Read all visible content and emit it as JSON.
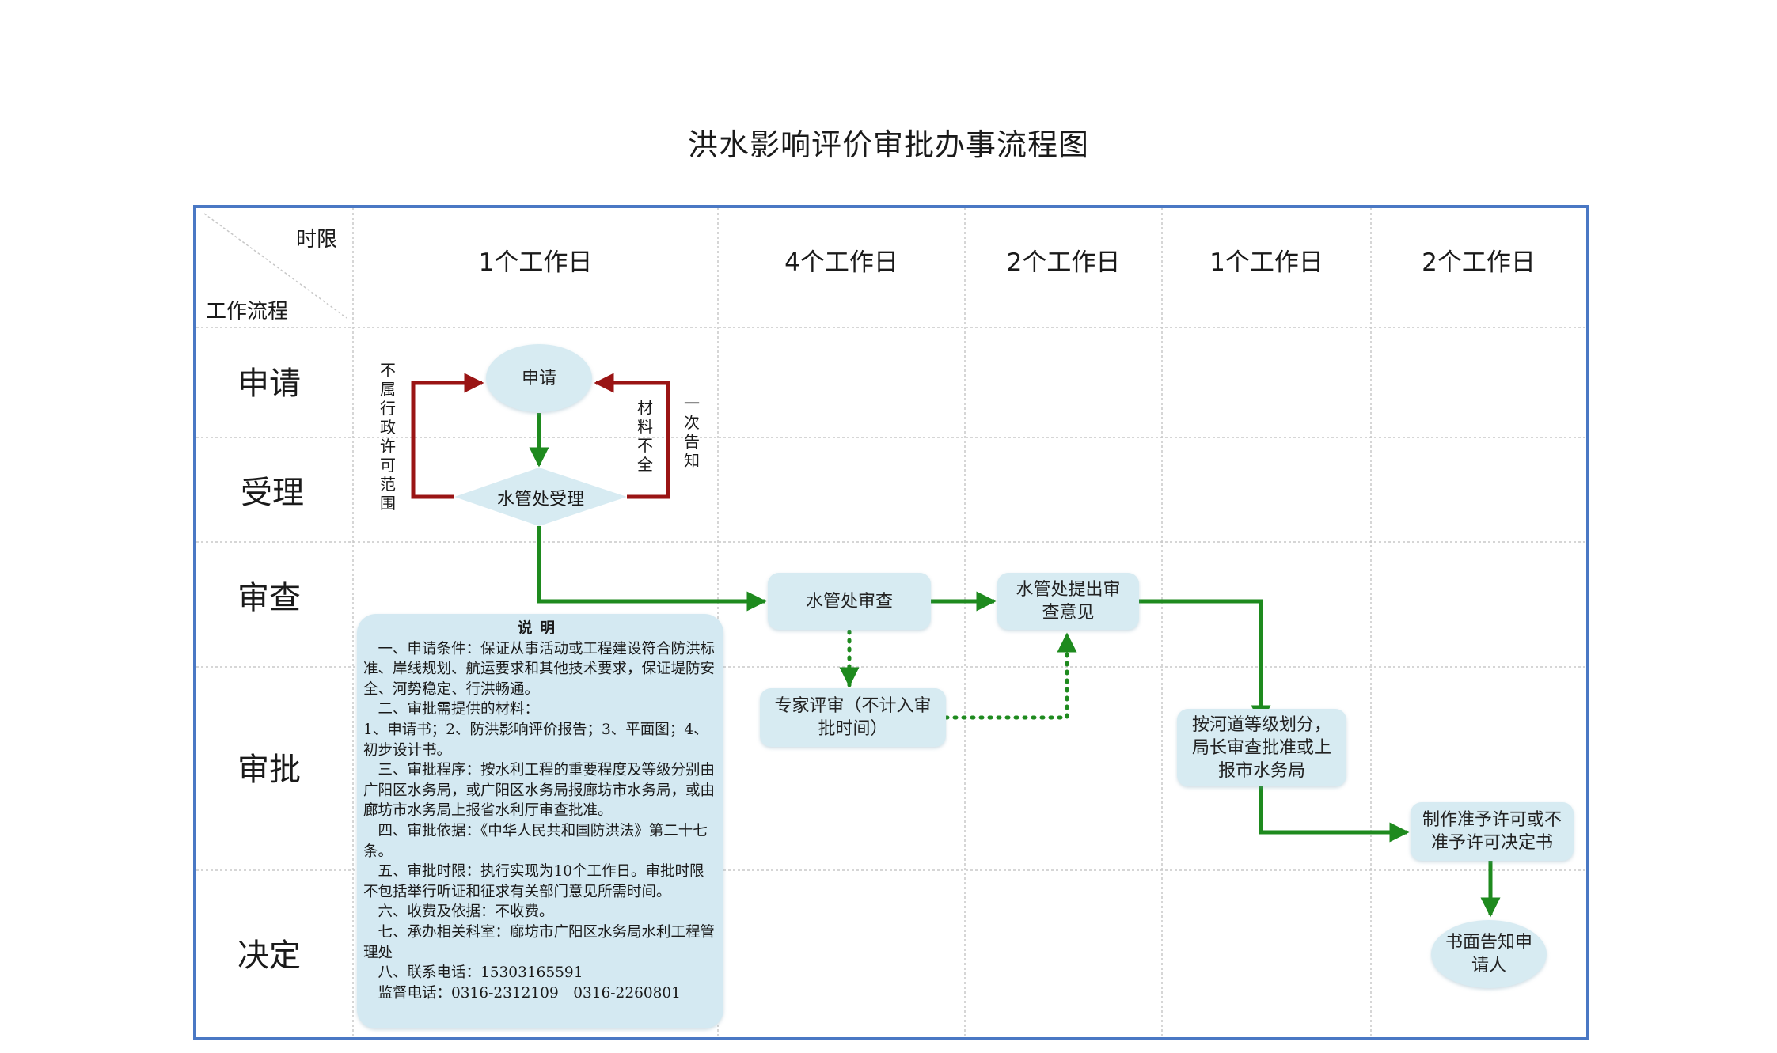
{
  "title": "洪水影响评价审批办事流程图",
  "header": {
    "corner_time": "时限",
    "corner_flow": "工作流程",
    "columns": [
      "1个工作日",
      "4个工作日",
      "2个工作日",
      "1个工作日",
      "2个工作日"
    ]
  },
  "stages": [
    "申请",
    "受理",
    "审查",
    "审批",
    "决定"
  ],
  "nodes": {
    "apply": "申请",
    "accept": "水管处受理",
    "review": "水管处审查",
    "opinion": "水管处提出审查意见",
    "expert": "专家评审（不计入审批时间）",
    "approve": "按河道等级划分，局长审查批准或上报市水务局",
    "permit": "制作准予许可或不准予许可决定书",
    "notify": "书面告知申请人"
  },
  "side_labels": {
    "not_scope": "不属行政许可范围",
    "incomplete": "材料不全",
    "once_notice": "一次告知"
  },
  "note": {
    "title": "说明",
    "lines": [
      "　一、申请条件：保证从事活动或工程建设符合防洪标准、岸线规划、航运要求和其他技术要求，保证堤防安全、河势稳定、行洪畅通。",
      "　二、审批需提供的材料：",
      "1、申请书；2、防洪影响评价报告；3、平面图；4、初步设计书。",
      "　三、审批程序：按水利工程的重要程度及等级分别由广阳区水务局，或广阳区水务局报廊坊市水务局，或由廊坊市水务局上报省水利厅审查批准。",
      "　四、审批依据：《中华人民共和国防洪法》第二十七条。",
      "　五、审批时限：执行实现为10个工作日。审批时限不包括举行听证和征求有关部门意见所需时间。",
      "　六、收费及依据：不收费。",
      "　七、承办相关科室：廊坊市广阳区水务局水利工程管理处",
      "　八、联系电话：15303165591",
      "　监督电话：0316-2312109　0316-2260801"
    ]
  },
  "colors": {
    "frame": "#4a78c4",
    "grid": "#c8c8c8",
    "node_fill": "#d7ebf2",
    "green_arrow": "#1e8a1e",
    "red_arrow": "#9a1414"
  }
}
